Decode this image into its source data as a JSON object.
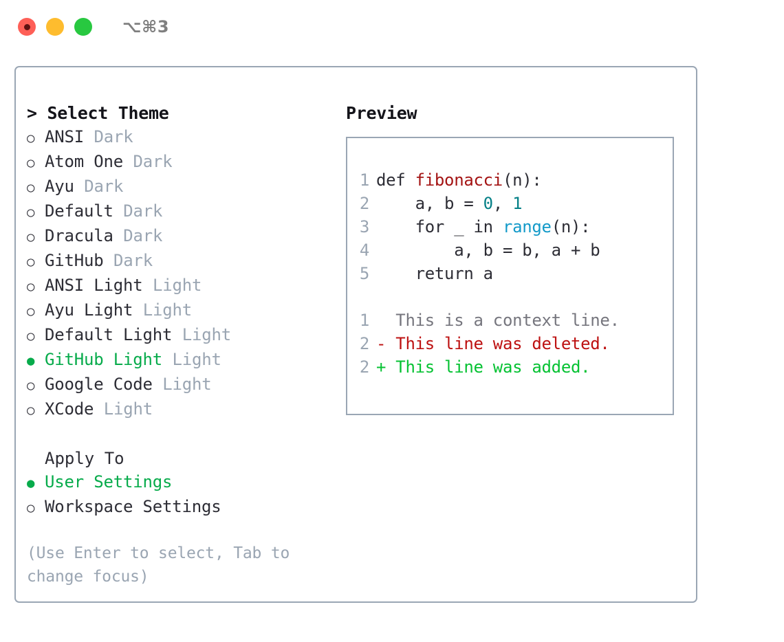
{
  "window": {
    "shortcut": "⌥⌘3",
    "traffic_lights": [
      {
        "name": "close-button",
        "color": "#fe5f57"
      },
      {
        "name": "minimize-button",
        "color": "#febc2e"
      },
      {
        "name": "maximize-button",
        "color": "#28c840"
      }
    ]
  },
  "theme_selector": {
    "title": "> Select Theme",
    "bullet_unselected": "○",
    "bullet_selected": "●",
    "items": [
      {
        "label": "ANSI",
        "tag": "Dark",
        "selected": false
      },
      {
        "label": "Atom One",
        "tag": "Dark",
        "selected": false
      },
      {
        "label": "Ayu",
        "tag": "Dark",
        "selected": false
      },
      {
        "label": "Default",
        "tag": "Dark",
        "selected": false
      },
      {
        "label": "Dracula",
        "tag": "Dark",
        "selected": false
      },
      {
        "label": "GitHub",
        "tag": "Dark",
        "selected": false
      },
      {
        "label": "ANSI Light",
        "tag": "Light",
        "selected": false
      },
      {
        "label": "Ayu Light",
        "tag": "Light",
        "selected": false
      },
      {
        "label": "Default Light",
        "tag": "Light",
        "selected": false
      },
      {
        "label": "GitHub Light",
        "tag": "Light",
        "selected": true
      },
      {
        "label": "Google Code",
        "tag": "Light",
        "selected": false
      },
      {
        "label": "XCode",
        "tag": "Light",
        "selected": false
      }
    ]
  },
  "apply_to": {
    "title": "Apply To",
    "items": [
      {
        "label": "User Settings",
        "selected": true
      },
      {
        "label": "Workspace Settings",
        "selected": false
      }
    ]
  },
  "hint": "(Use Enter to select, Tab to change focus)",
  "preview": {
    "title": "Preview",
    "code_lines": [
      {
        "no": "1",
        "segments": [
          {
            "text": "def ",
            "style": "plain"
          },
          {
            "text": "fibonacci",
            "style": "fn"
          },
          {
            "text": "(n):",
            "style": "plain"
          }
        ]
      },
      {
        "no": "2",
        "segments": [
          {
            "text": "    a, b = ",
            "style": "plain"
          },
          {
            "text": "0",
            "style": "num"
          },
          {
            "text": ", ",
            "style": "plain"
          },
          {
            "text": "1",
            "style": "num"
          }
        ]
      },
      {
        "no": "3",
        "segments": [
          {
            "text": "    for _ in ",
            "style": "plain"
          },
          {
            "text": "range",
            "style": "call"
          },
          {
            "text": "(n):",
            "style": "plain"
          }
        ]
      },
      {
        "no": "4",
        "segments": [
          {
            "text": "        a, b = b, a + b",
            "style": "plain"
          }
        ]
      },
      {
        "no": "5",
        "segments": [
          {
            "text": "    return a",
            "style": "plain"
          }
        ]
      }
    ],
    "diff_lines": [
      {
        "no": "1",
        "segments": [
          {
            "text": "  This is a context line.",
            "style": "ctx"
          }
        ]
      },
      {
        "no": "2",
        "segments": [
          {
            "text": "- This line was deleted.",
            "style": "del"
          }
        ]
      },
      {
        "no": "2",
        "segments": [
          {
            "text": "+ This line was added.",
            "style": "add"
          }
        ]
      }
    ]
  },
  "colors": {
    "accent_green": "#07ab4b",
    "muted": "#9aa5b2",
    "border": "#9aa6b4",
    "text": "#2d2d35",
    "code_fn": "#a41414",
    "code_num": "#058087",
    "code_call": "#139ac9",
    "diff_add": "#06c233",
    "diff_del": "#bd1111"
  }
}
